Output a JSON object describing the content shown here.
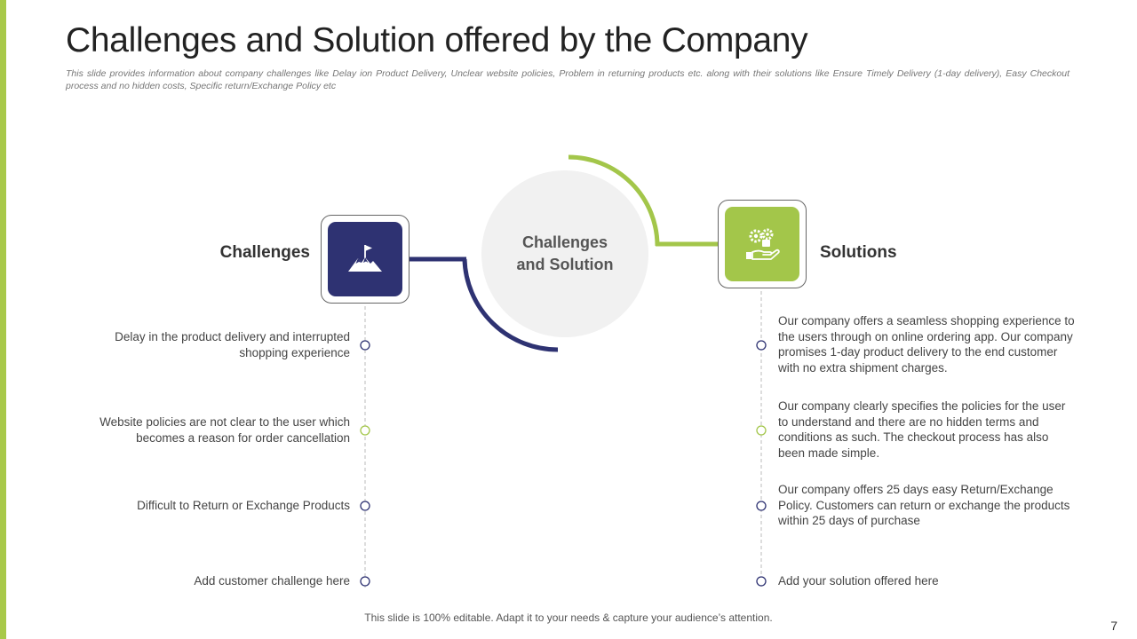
{
  "slide": {
    "title": "Challenges and Solution offered by the Company",
    "subtitle": "This slide provides information about company challenges like Delay ion Product Delivery, Unclear website policies, Problem in returning products etc. along with their solutions like Ensure Timely Delivery (1-day delivery), Easy Checkout process and no hidden costs, Specific return/Exchange Policy etc",
    "footer": "This slide is 100% editable. Adapt it to your needs & capture your audience’s attention.",
    "page_number": "7"
  },
  "center": {
    "label": "Challenges and Solution"
  },
  "challenges": {
    "heading": "Challenges",
    "icon": "flag-on-mountain-icon",
    "items": [
      "Delay in the product delivery and interrupted shopping experience",
      "Website policies are not clear to the user which becomes a reason for order cancellation",
      "Difficult to Return or Exchange Products",
      "Add customer challenge here"
    ]
  },
  "solutions": {
    "heading": "Solutions",
    "icon": "hand-with-gears-icon",
    "items": [
      "Our company offers a seamless shopping experience to the users through on online ordering app. Our company promises 1-day product delivery to the end customer with no extra shipment charges.",
      "Our company clearly specifies the policies for the user to understand and there are no hidden terms and conditions as such. The checkout process has also been made simple.",
      "Our company offers 25 days easy Return/Exchange Policy. Customers can return or exchange the products within 25 days of purchase",
      "Add your solution offered here"
    ]
  },
  "colors": {
    "navy": "#2e3272",
    "green": "#a3c64a",
    "accent_bar": "#a8c94a",
    "circle": "#f1f1f1"
  }
}
